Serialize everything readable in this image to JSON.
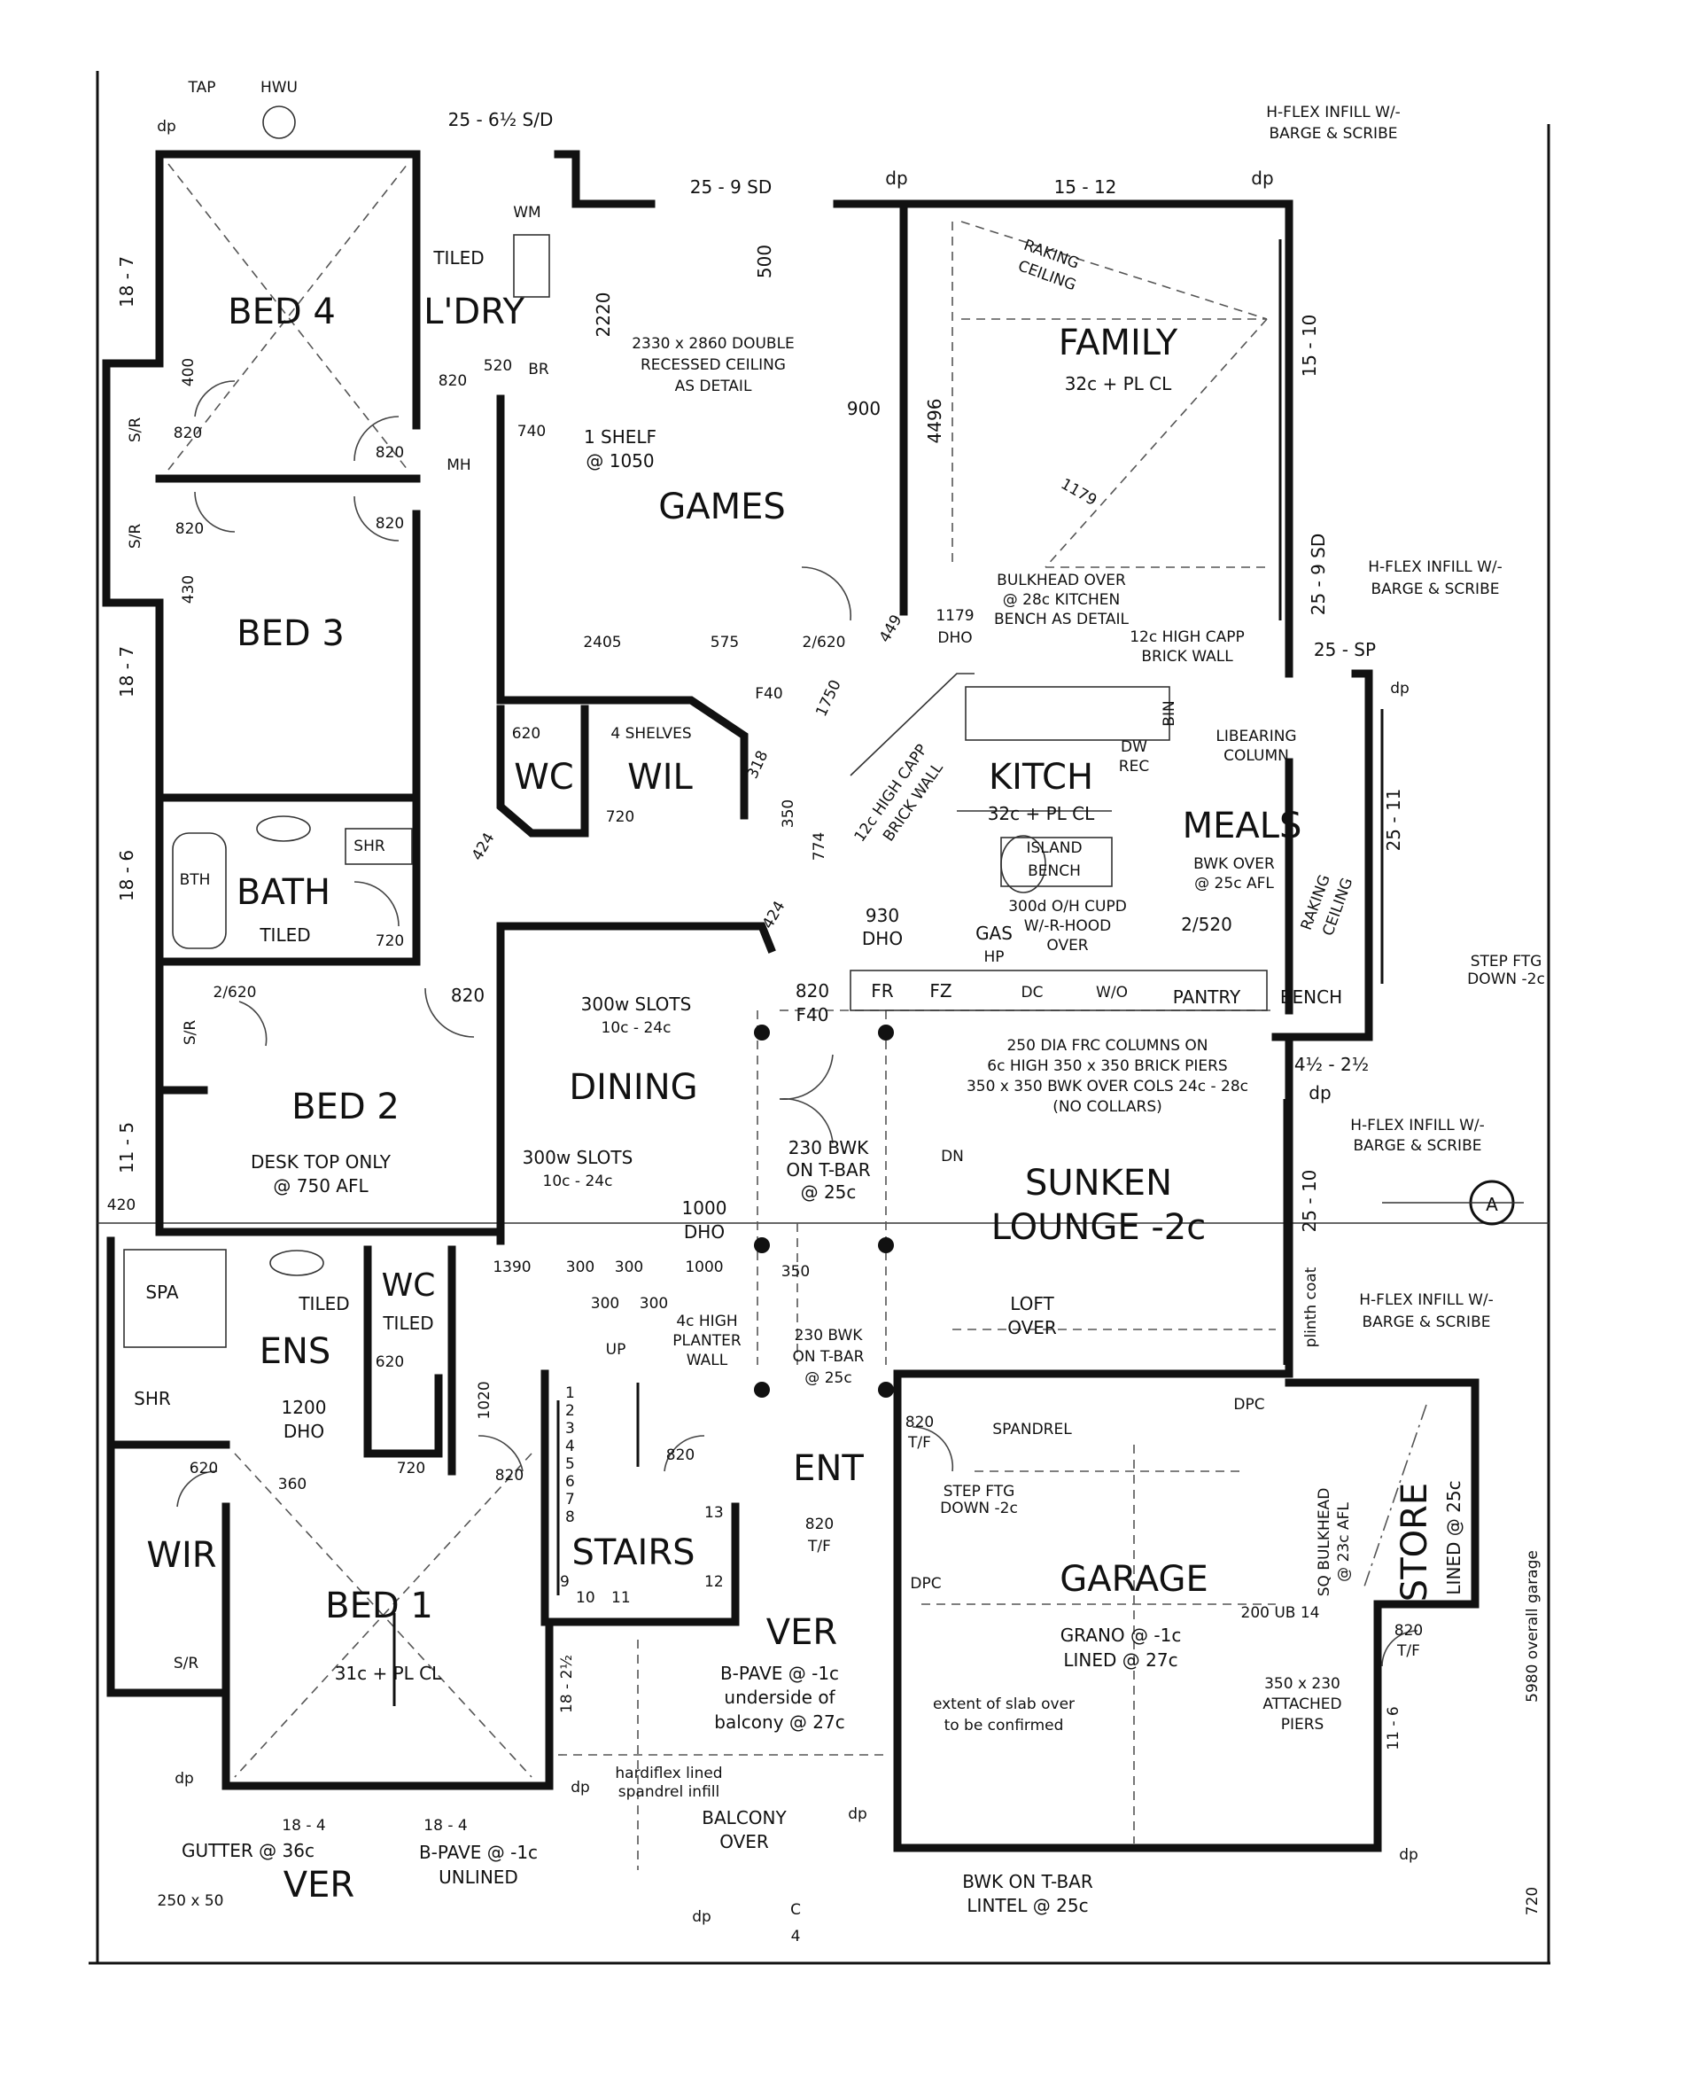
{
  "rooms": {
    "bed4": "BED 4",
    "bed3": "BED 3",
    "bath": "BATH",
    "bath_tiled": "TILED",
    "bed2": "BED 2",
    "bed2_note1": "DESK TOP ONLY",
    "bed2_note2": "@ 750 AFL",
    "ldry": "L'DRY",
    "ldry_tiled": "TILED",
    "games": "GAMES",
    "wc_upper": "WC",
    "wil": "WIL",
    "family": "FAMILY",
    "family_ceiling": "32c + PL CL",
    "kitch": "KITCH",
    "kitch_ceiling": "32c + PL CL",
    "meals": "MEALS",
    "dining": "DINING",
    "sunken1": "SUNKEN",
    "sunken2": "LOUNGE -2c",
    "ens": "ENS",
    "ens_tiled": "TILED",
    "wc_ens": "WC",
    "wc_ens_tiled": "TILED",
    "spa": "SPA",
    "shr_ens": "SHR",
    "wir": "WIR",
    "bed1": "BED 1",
    "bed1_ceiling": "31c + PL CL",
    "stairs": "STAIRS",
    "ent": "ENT",
    "ver_front": "VER",
    "ver_front_note1": "B-PAVE @ -1c",
    "ver_front_note2": "underside of",
    "ver_front_note3": "balcony @ 27c",
    "ver_bottom": "VER",
    "garage": "GARAGE",
    "garage_note1": "GRANO @ -1c",
    "garage_note2": "LINED @ 27c",
    "store": "STORE",
    "store_note": "LINED @ 25c",
    "pantry": "PANTRY",
    "bench": "BENCH",
    "island1": "ISLAND",
    "island2": "BENCH",
    "balcony1": "BALCONY",
    "balcony2": "OVER",
    "loft1": "LOFT",
    "loft2": "OVER"
  },
  "notes": {
    "tap": "TAP",
    "hwu": "HWU",
    "dp": "dp",
    "sd_top": "25 - 6½ S/D",
    "sd_games": "25 - 9 SD",
    "dim_15_12": "15 - 12",
    "hflex1": "H-FLEX INFILL W/-",
    "hflex2": "BARGE & SCRIBE",
    "wm": "WM",
    "tiled_ldry": "TILED",
    "br": "BR",
    "d2220": "2220",
    "d500": "500",
    "games_ceiling1": "2330 x 2860 DOUBLE",
    "games_ceiling2": "RECESSED CEILING",
    "games_ceiling3": "AS DETAIL",
    "d900": "900",
    "d4496": "4496",
    "raking1": "RAKING",
    "raking2": "CEILING",
    "d15_10": "15 - 10",
    "d18_7a": "18 - 7",
    "d18_7b": "18 - 7",
    "d400": "400",
    "d820a": "820",
    "d520": "520",
    "sr_a": "S/R",
    "d820b": "820",
    "d740": "740",
    "shelf1": "1 SHELF",
    "shelf2": "@ 1050",
    "d820c": "820",
    "mh": "MH",
    "sr_b": "S/R",
    "d820d": "820",
    "d820e": "820",
    "d430": "430",
    "d1179": "1179",
    "d2405": "2405",
    "d575": "575",
    "d2_620": "2/620",
    "d449": "449",
    "d1179b": "1179",
    "dho": "DHO",
    "bulk1": "BULKHEAD OVER",
    "bulk2": "@ 28c KITCHEN",
    "bulk3": "BENCH AS DETAIL",
    "capp1": "12c HIGH CAPP",
    "capp2": "BRICK WALL",
    "sp": "25 - SP",
    "d25_9": "25 - 9 SD",
    "f40": "F40",
    "d1750": "1750",
    "d620": "620",
    "shelves4": "4 SHELVES",
    "d318": "318",
    "d720a": "720",
    "bin": "BIN",
    "dw": "DW",
    "rec": "REC",
    "libear1": "LIBEARING",
    "libear2": "COLUMN",
    "capp3": "12c HIGH CAPP",
    "capp4": "BRICK WALL",
    "d350": "350",
    "d774": "774",
    "d25_11": "25 - 11",
    "d18_6": "18 - 6",
    "bth": "BTH",
    "shr_bath": "SHR",
    "d424a": "424",
    "d720b": "720",
    "bwk1": "BWK OVER",
    "bwk2": "@ 25c AFL",
    "raking3": "RAKING",
    "raking4": "CEILING",
    "d424b": "424",
    "d930": "930",
    "dho2": "DHO",
    "gas": "GAS",
    "hp": "HP",
    "cupd1": "300d O/H CUPD",
    "cupd2": "W/-R-HOOD",
    "cupd3": "OVER",
    "d2_520": "2/520",
    "step1": "STEP FTG",
    "step2": "DOWN -2c",
    "d2_620b": "2/620",
    "sr_c": "S/R",
    "d820f": "820",
    "slots1": "300w SLOTS",
    "slots2": "10c - 24c",
    "d820g": "820",
    "f40b": "F40",
    "fr": "FR",
    "fz": "FZ",
    "dc": "DC",
    "wo": "W/O",
    "cols1": "250 DIA FRC COLUMNS ON",
    "cols2": "6c HIGH 350 x 350 BRICK PIERS",
    "cols3": "350 x 350 BWK OVER COLS 24c - 28c",
    "cols4": "(NO COLLARS)",
    "d4_2": "4½ - 2½",
    "dp2": "dp",
    "hflex3": "H-FLEX INFILL W/-",
    "hflex4": "BARGE & SCRIBE",
    "d11_5": "11 - 5",
    "d420": "420",
    "slots3": "300w SLOTS",
    "slots4": "10c - 24c",
    "bwk230a": "230 BWK",
    "tbar_a": "ON T-BAR",
    "at25a": "@ 25c",
    "dn": "DN",
    "d1000": "1000",
    "dho3": "DHO",
    "d25_10": "25 - 10",
    "section": "A",
    "d1390": "1390",
    "d300a": "300",
    "d300b": "300",
    "d1000b": "1000",
    "d300c": "300",
    "d300d": "300",
    "d350b": "350",
    "plinth": "plinth coat",
    "hflex5": "H-FLEX INFILL W/-",
    "hflex6": "BARGE & SCRIBE",
    "planter1": "4c HIGH",
    "planter2": "PLANTER",
    "planter3": "WALL",
    "bwk230b": "230 BWK",
    "tbar_b": "ON T-BAR",
    "at25b": "@ 25c",
    "up": "UP",
    "d620b": "620",
    "d1020": "1020",
    "dpc1": "DPC",
    "d1200": "1200",
    "dho4": "DHO",
    "d820h": "820",
    "d820i": "820",
    "tf1": "T/F",
    "spandrel": "SPANDREL",
    "step3": "STEP FTG",
    "step4": "DOWN -2c",
    "sq1": "SQ BULKHEAD",
    "sq2": "@ 23c AFL",
    "d620c": "620",
    "d360": "360",
    "d720c": "720",
    "d820j": "820",
    "d820k": "820",
    "tf2": "T/F",
    "dpc2": "DPC",
    "ub": "200 UB 14",
    "d820l": "820",
    "tf3": "T/F",
    "d5980": "5980 overall garage",
    "sr_d": "S/R",
    "d18_2": "18 - 2½",
    "slab1": "extent of slab over",
    "slab2": "to be confirmed",
    "piers1": "350 x 230",
    "piers2": "ATTACHED",
    "piers3": "PIERS",
    "d11_6": "11 - 6",
    "hardi1": "hardiflex lined",
    "hardi2": "spandrel infill",
    "d18_4a": "18 - 4",
    "d18_4b": "18 - 4",
    "gutter": "GUTTER @ 36c",
    "bpave1": "B-PAVE @ -1c",
    "bpave2": "UNLINED",
    "d250": "250 x 50",
    "bwk_tbar1": "BWK ON T-BAR",
    "bwk_tbar2": "LINTEL @ 25c",
    "d720d": "720",
    "section_c": "C",
    "section_4": "4",
    "step_nums": [
      "1",
      "2",
      "3",
      "4",
      "5",
      "6",
      "7",
      "8",
      "9",
      "10",
      "11",
      "12",
      "13"
    ]
  }
}
